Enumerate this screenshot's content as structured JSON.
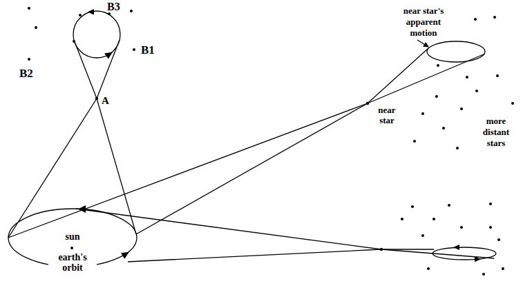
{
  "diagram": {
    "labels": [
      "B3",
      "B1",
      "B2",
      "A",
      "near star's apparent motion",
      "near star",
      "more distant stars",
      "sun",
      "earth's orbit"
    ]
  }
}
